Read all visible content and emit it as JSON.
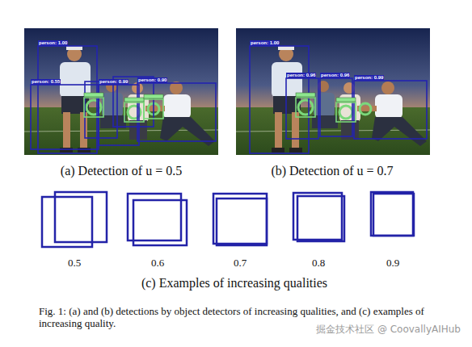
{
  "diagram": {
    "caption": "Fig. 1: (a) and (b) detections by object detectors of increasing qualities, and (c) examples of increasing quality.",
    "labels": [
      "person: 1.00",
      "person: 0.55",
      "person: 0.99",
      "person: 0.90",
      "person: 1.00",
      "person: 0.96",
      "person: 0.96",
      "person: 0.99",
      "(a) Detection of u = 0.5",
      "(b) Detection of u = 0.7",
      "0.5",
      "0.6",
      "0.7",
      "0.8",
      "0.9",
      "(c) Examples of increasing qualities",
      "掘金技术社区 @ CoovallyAIHub"
    ]
  }
}
